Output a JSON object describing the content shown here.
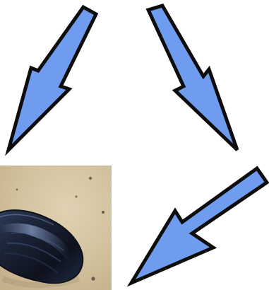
{
  "scene": {
    "background_color": "#ffffff",
    "arrow_fill": "#6f9cf0",
    "arrow_stroke": "#111111",
    "arrows": [
      {
        "name": "arrow-top-left",
        "direction": "down-left"
      },
      {
        "name": "arrow-top-right",
        "direction": "down-right"
      },
      {
        "name": "arrow-bottom-right",
        "direction": "down-left"
      }
    ],
    "photo": {
      "subject": "mussel-shell-on-sand",
      "sand_color": "#d9c9a6",
      "shell_color": "#1d2638"
    }
  }
}
